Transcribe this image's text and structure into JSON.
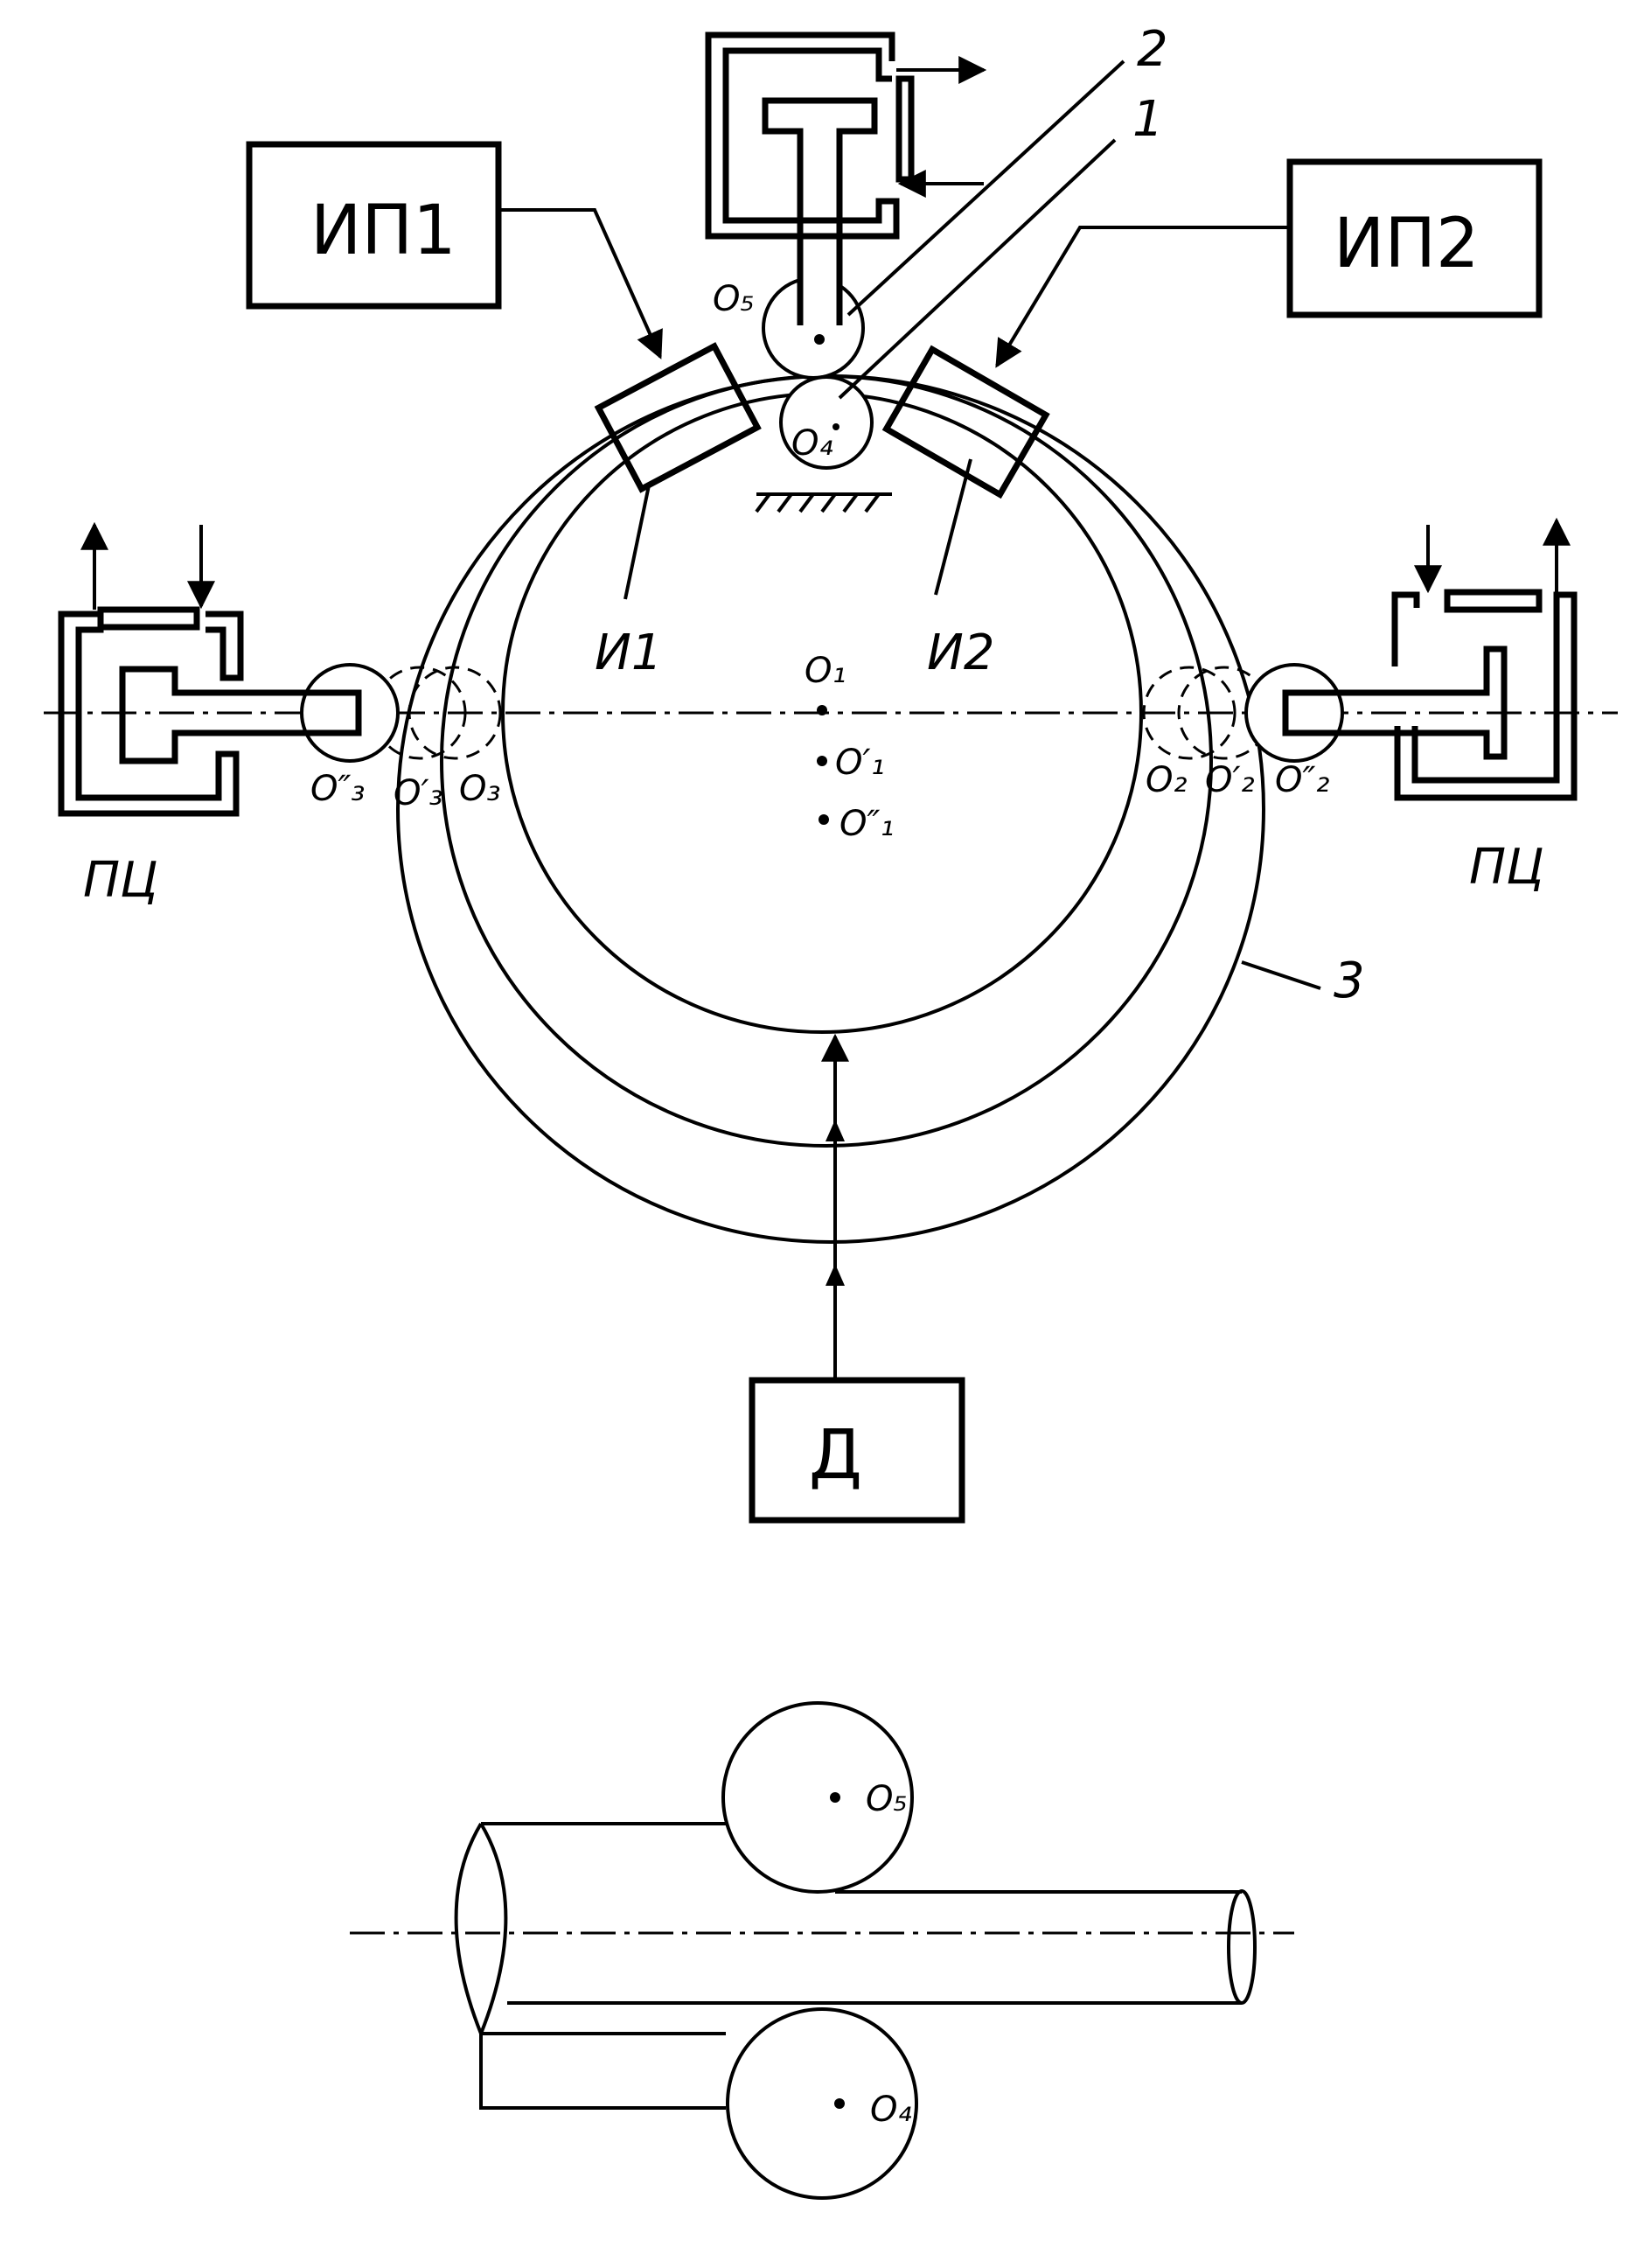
{
  "blocks": {
    "ip1": "ИП1",
    "ip2": "ИП2",
    "d": "Д"
  },
  "labels": {
    "i1": "И1",
    "i2": "И2",
    "pc_left": "ПЦ",
    "pc_right": "ПЦ",
    "num1": "1",
    "num2": "2",
    "num3": "3",
    "o1": "O₁",
    "o1p": "O′₁",
    "o1pp": "O″₁",
    "o2": "O₂",
    "o2p": "O′₂",
    "o2pp": "O″₂",
    "o3": "O₃",
    "o3p": "O′₃",
    "o3pp": "O″₃",
    "o4": "O₄",
    "o5": "O₅",
    "o4_bottom": "O₄",
    "o5_bottom": "O₅"
  }
}
